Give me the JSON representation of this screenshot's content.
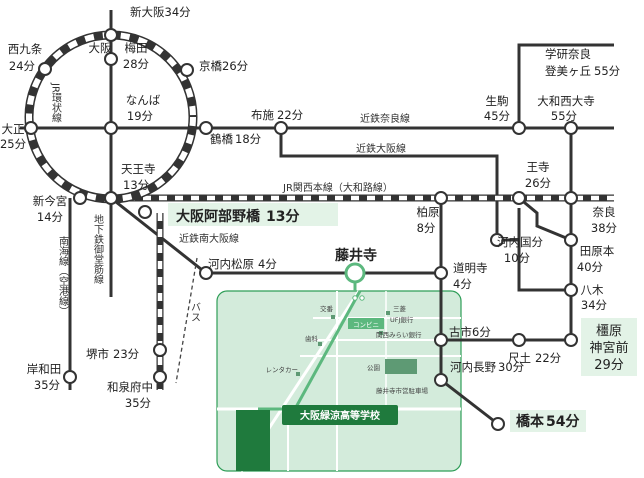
{
  "stations": {
    "shin_osaka": {
      "name": "新大阪",
      "time": "34分"
    },
    "nishikujo": {
      "name": "西九条",
      "time": "24分"
    },
    "osaka": {
      "name": "大阪"
    },
    "umeda": {
      "name": "梅田",
      "time": "28分"
    },
    "kyobashi": {
      "name": "京橋",
      "time": "26分"
    },
    "namba": {
      "name": "なんば",
      "time": "19分"
    },
    "taisho": {
      "name": "大正",
      "time": "25分"
    },
    "tsuruhashi": {
      "name": "鶴橋",
      "time": "18分"
    },
    "fuse": {
      "name": "布施",
      "time": "22分"
    },
    "ikoma": {
      "name": "生駒",
      "time": "45分"
    },
    "yamato_saidaiji": {
      "name": "大和西大寺",
      "time": "55分"
    },
    "gakken_nara": {
      "name": "学研奈良\n登美ヶ丘",
      "time": "55分"
    },
    "tennoji": {
      "name": "天王寺",
      "time": "13分"
    },
    "shin_imamiya": {
      "name": "新今宮",
      "time": "14分"
    },
    "oji": {
      "name": "王寺",
      "time": "26分"
    },
    "osaka_abeno": {
      "name": "大阪阿部野橋",
      "time": "13分"
    },
    "kashiwara": {
      "name": "柏原",
      "time": "8分"
    },
    "nara": {
      "name": "奈良",
      "time": "38分"
    },
    "kawachi_matsubara": {
      "name": "河内松原",
      "time": "4分"
    },
    "fujiidera": {
      "name": "藤井寺"
    },
    "domyoji": {
      "name": "道明寺",
      "time": "4分"
    },
    "kawachi_kokubu": {
      "name": "河内国分",
      "time": "10分"
    },
    "taharamoto": {
      "name": "田原本",
      "time": "40分"
    },
    "yagi": {
      "name": "八木",
      "time": "34分"
    },
    "kashihara_jingumae": {
      "name": "橿原\n神宮前",
      "time": "29分"
    },
    "furuichi": {
      "name": "古市",
      "time": "6分"
    },
    "shakudo": {
      "name": "尺土",
      "time": "22分"
    },
    "sakai_shi": {
      "name": "堺市",
      "time": "23分"
    },
    "izumi_fuchu": {
      "name": "和泉府中",
      "time": "35分"
    },
    "kishiwada": {
      "name": "岸和田",
      "time": "35分"
    },
    "kawachi_nagano": {
      "name": "河内長野",
      "time": "30分"
    },
    "hashimoto": {
      "name": "橋本",
      "time": "54分"
    }
  },
  "lines": {
    "jr_loop": "JR環状線",
    "kintetsu_nara": "近鉄奈良線",
    "kintetsu_osaka": "近鉄大阪線",
    "jr_kansai": "JR関西本線（大和路線）",
    "kintetsu_minami_osaka": "近鉄南大阪線",
    "subway_midosuji": "地下鉄御堂筋線",
    "nankai": "南海線（空港線）",
    "bus": "バス"
  },
  "inset": {
    "koban": "交番",
    "mitsubishi_ufj": "三菱\nUFJ銀行",
    "konbini": "コンビニ",
    "kansai_mirai": "関西みらい銀行",
    "dental": "歯科",
    "rental_car": "レンタカー",
    "park": "公園",
    "city_hall": "藤井寺市営駐車場",
    "school": "大阪緑涼高等学校"
  },
  "colors": {
    "line": "#333333",
    "inset_bg": "#d3ebdb",
    "inset_border": "#2f9e58",
    "route": "#5cb87e",
    "school": "#1f7a3d",
    "label_bg": "#e3f3e7"
  }
}
